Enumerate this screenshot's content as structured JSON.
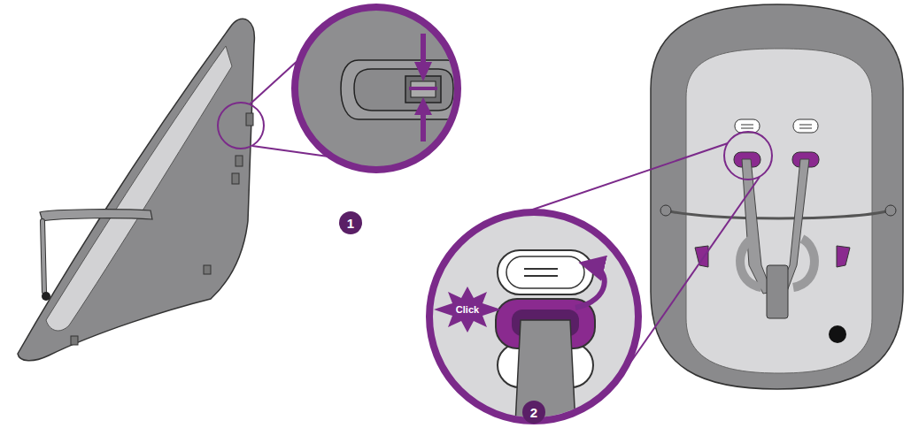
{
  "diagram": {
    "labels": [
      "1",
      "Click",
      "2"
    ]
  }
}
